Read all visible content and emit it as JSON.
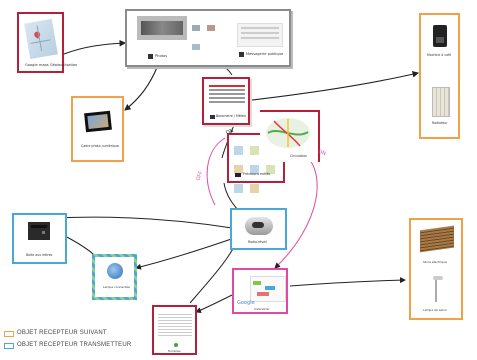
{
  "colors": {
    "red": "#b51f3a",
    "orange": "#f0a24a",
    "blue": "#4aa8d8",
    "pink": "#e04aa6",
    "gray": "#8a8a8a",
    "green": "#8fcf8f",
    "arrow": "#222222"
  },
  "nodes": {
    "maps": {
      "caption": "Google maps Géolocalisation"
    },
    "photos_page": {
      "caption_left": "Photos",
      "caption_right": "Messagerie publique"
    },
    "coffee": {
      "caption_top": "Machine à café",
      "caption_bottom": "Radiateur"
    },
    "frame": {
      "caption": "Cadre photo numérique"
    },
    "weather": {
      "caption": "Barometre / Météo"
    },
    "traffic": {
      "caption": "Prévisions météo",
      "caption_map": "Circulation"
    },
    "speaker": {
      "caption": "Radio-réveil"
    },
    "mailbox": {
      "caption": "Boîte aux lettres"
    },
    "lamp_device": {
      "caption": "Lampe connectée"
    },
    "calendar": {
      "caption": "Google",
      "caption2": "Calendrier"
    },
    "blinds": {
      "caption": "Store électrique",
      "caption_bottom": "Lampe de salon"
    },
    "schedule": {
      "caption": "Horaires"
    }
  },
  "edge_labels": {
    "on_left": "ON",
    "on_right": "ON",
    "off": "OFF"
  },
  "legend": [
    {
      "key": "receiver",
      "text": "OBJET RECEPTEUR SUIVANT",
      "color": "#f0a24a"
    },
    {
      "key": "transmitter",
      "text": "OBJET RECEPTEUR TRANSMETTEUR",
      "color": "#4aa8d8"
    }
  ]
}
